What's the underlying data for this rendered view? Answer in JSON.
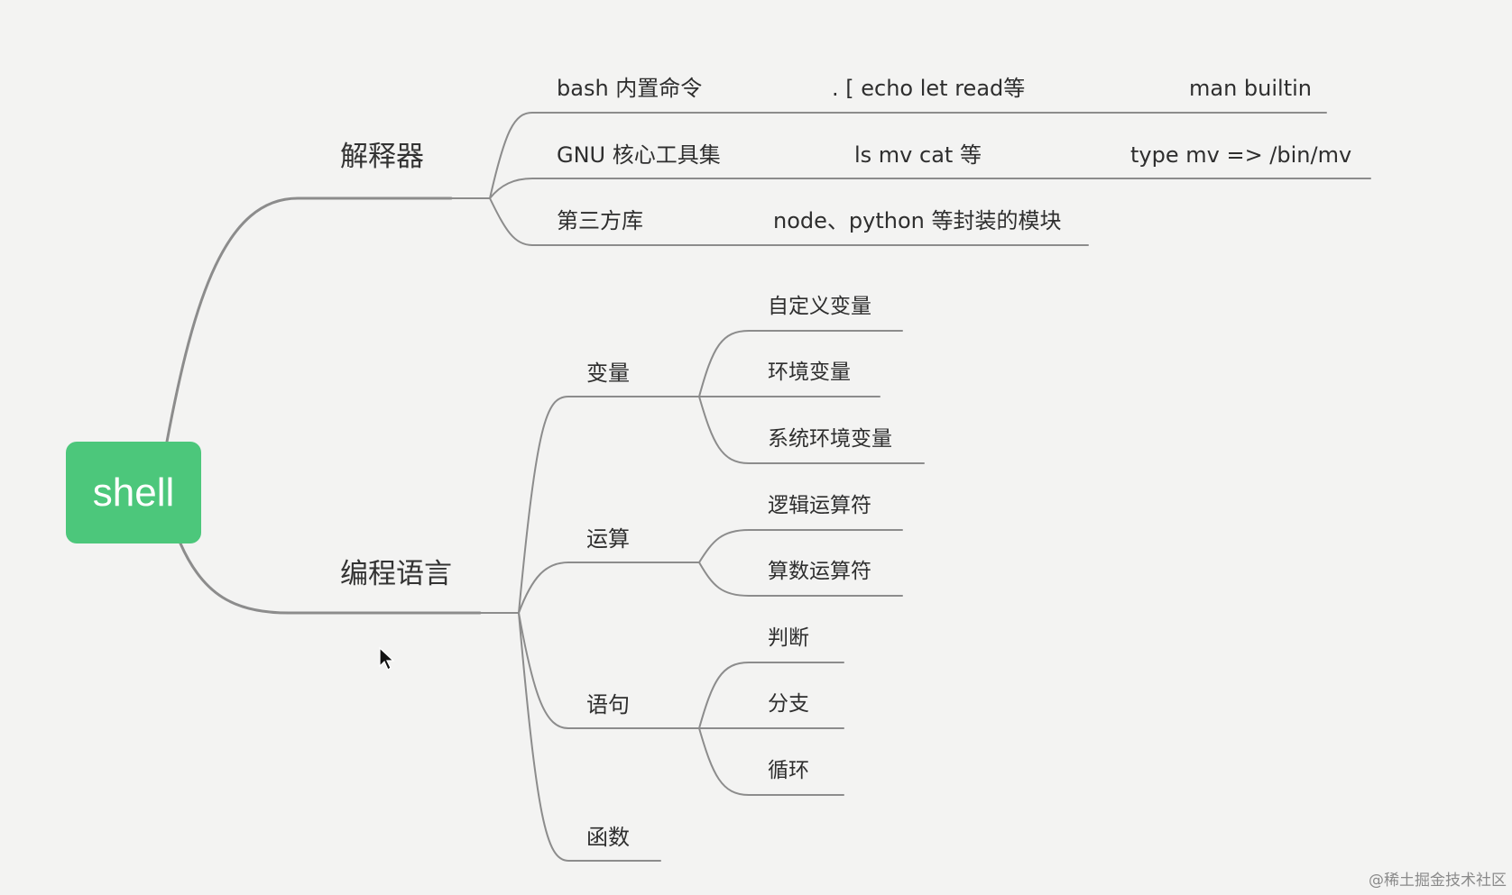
{
  "mindmap": {
    "root": "shell",
    "interpreter": {
      "label": "解释器",
      "items": [
        {
          "label": "bash 内置命令",
          "detail": ".  [  echo  let  read等",
          "note": "man builtin"
        },
        {
          "label": "GNU 核心工具集",
          "detail": "ls   mv  cat 等",
          "note": "type mv =>  /bin/mv"
        },
        {
          "label": "第三方库",
          "detail": "node、python 等封装的模块"
        }
      ]
    },
    "language": {
      "label": "编程语言",
      "groups": [
        {
          "label": "变量",
          "items": [
            "自定义变量",
            "环境变量",
            "系统环境变量"
          ]
        },
        {
          "label": "运算",
          "items": [
            "逻辑运算符",
            "算数运算符"
          ]
        },
        {
          "label": "语句",
          "items": [
            "判断",
            "分支",
            "循环"
          ]
        },
        {
          "label": "函数",
          "items": []
        }
      ]
    }
  },
  "colors": {
    "root_fill": "#4cc77b",
    "line": "#8c8c8c",
    "background": "#f3f3f2"
  },
  "watermark": "@稀土掘金技术社区"
}
